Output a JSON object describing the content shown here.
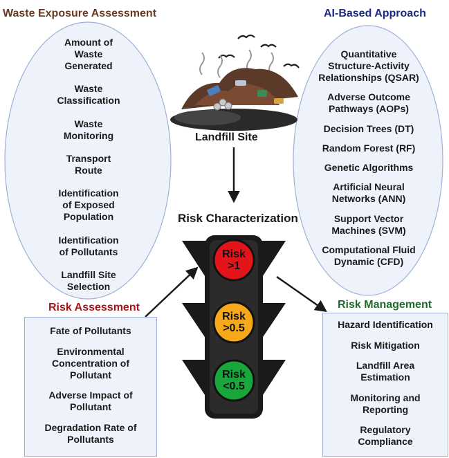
{
  "waste_exposure": {
    "title": "Waste Exposure Assessment",
    "items": [
      "Amount of\nWaste\nGenerated",
      "Waste\nClassification",
      "Waste\nMonitoring",
      "Transport\nRoute",
      "Identification\nof Exposed\nPopulation",
      "Identification\nof Pollutants",
      "Landfill Site\nSelection"
    ]
  },
  "ai_approach": {
    "title": "AI-Based Approach",
    "items": [
      "Quantitative\nStructure-Activity\nRelationships (QSAR)",
      "Adverse Outcome\nPathways (AOPs)",
      "Decision Trees (DT)",
      "Random Forest (RF)",
      "Genetic Algorithms",
      "Artificial Neural\nNetworks (ANN)",
      "Support Vector\nMachines (SVM)",
      "Computational Fluid\nDynamic (CFD)"
    ]
  },
  "landfill": {
    "label": "Landfill Site"
  },
  "risk_characterization": {
    "label": "Risk Characterization"
  },
  "risk_assessment": {
    "title": "Risk Assessment",
    "items": [
      "Fate of Pollutants",
      "Environmental\nConcentration of\nPollutant",
      "Adverse Impact of\nPollutant",
      "Degradation Rate of\nPollutants"
    ]
  },
  "risk_management": {
    "title": "Risk Management",
    "items": [
      "Hazard Identification",
      "Risk Mitigation",
      "Landfill Area\nEstimation",
      "Monitoring and\nReporting",
      "Regulatory\nCompliance"
    ]
  },
  "traffic_light": {
    "red": "Risk\n>1",
    "amber": "Risk\n>0.5",
    "green": "Risk\n<0.5"
  },
  "colors": {
    "waste_title": "#6b3a22",
    "ai_title": "#1c2a86",
    "risk_assessment_title": "#a4161a",
    "risk_management_title": "#1f6b2c",
    "ellipse_fill": "#eef2fb",
    "ellipse_stroke": "#9fb0d6",
    "red_light": "#e4141b",
    "amber_light": "#f7a81b",
    "green_light": "#19a63a"
  }
}
